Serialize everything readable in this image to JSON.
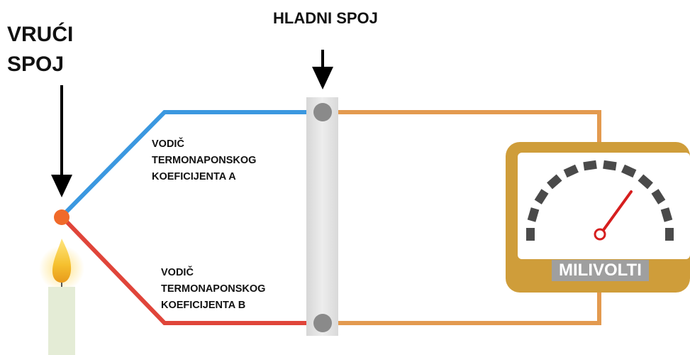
{
  "labels": {
    "hot_junction": [
      "VRUĆI",
      "SPOJ"
    ],
    "cold_junction": "HLADNI SPOJ",
    "wire_a": [
      "VODIČ",
      "TERMONAPONSKOG",
      "KOEFICIJENTA A"
    ],
    "wire_b": [
      "VODIČ",
      "TERMONAPONSKOG",
      "KOEFICIJENTA B"
    ],
    "meter": "MILIVOLTI"
  },
  "colors": {
    "wire_a": "#3b98e0",
    "wire_b": "#e0453a",
    "copper_wire": "#e39a4f",
    "hot_junction": "#f06a2a",
    "terminal_block": "#e3e3e3",
    "terminal_screw": "#8a8a8a",
    "meter_frame": "#cf9d3a",
    "meter_needle": "#d61e1e",
    "flame": "#f2c230",
    "candle": "#e4ecd6"
  },
  "icons": {
    "hot_arrow": "arrow-down-icon",
    "cold_arrow": "arrow-down-icon",
    "candle": "candle-icon",
    "meter": "millivoltmeter-icon"
  }
}
